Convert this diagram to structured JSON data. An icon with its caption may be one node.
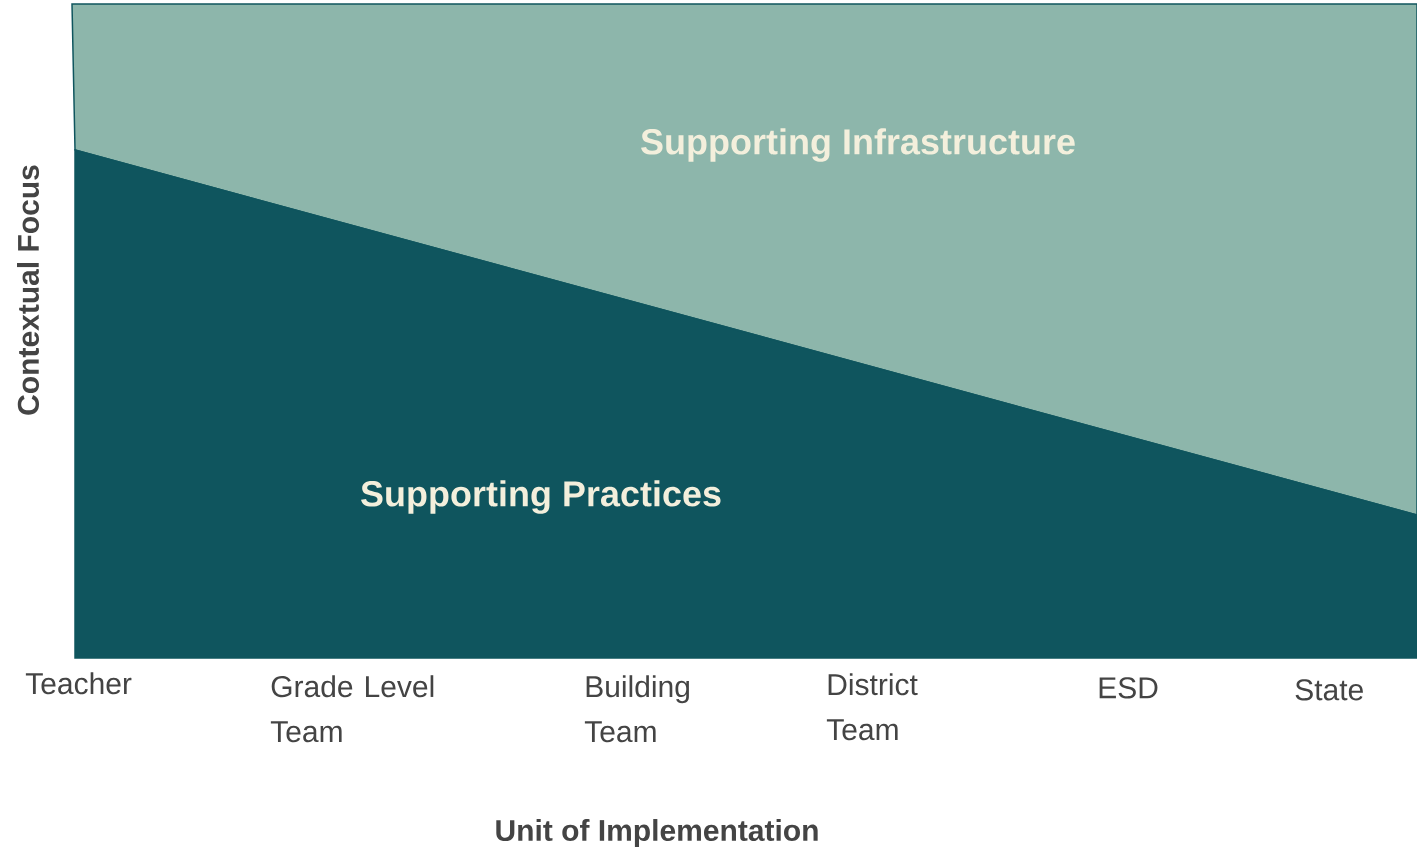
{
  "diagram": {
    "nodes": [
      {
        "text": [
          "Supporting Infrastructure"
        ]
      },
      {
        "text": [
          "Supporting Practices"
        ]
      }
    ],
    "labels": [
      "Contextual Focus",
      "Teacher",
      "Grade Level Team",
      "Building Team",
      "District Team",
      "ESD",
      "State",
      "Unit of Implementation"
    ]
  }
}
